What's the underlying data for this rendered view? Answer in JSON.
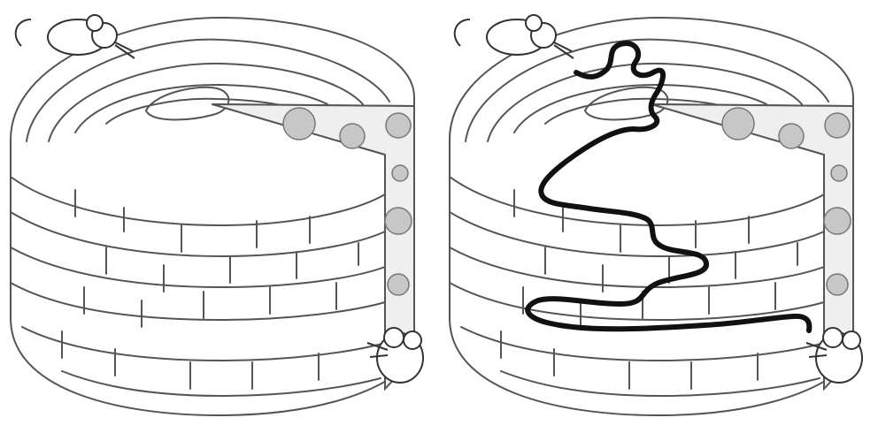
{
  "puzzles": [
    {
      "variant": "unsolved",
      "solution_shown": false
    },
    {
      "variant": "solved",
      "solution_shown": true
    }
  ],
  "colors": {
    "background": "#ffffff",
    "wall_stroke": "#555555",
    "cheese_face": "#efefef",
    "hole_fill": "#c7c7c7",
    "mouse_fill": "#ffffff",
    "solution_path": "#111111"
  },
  "icons": [
    "cheese-wheel-maze",
    "mouse-start-icon",
    "mouse-goal-icon"
  ]
}
